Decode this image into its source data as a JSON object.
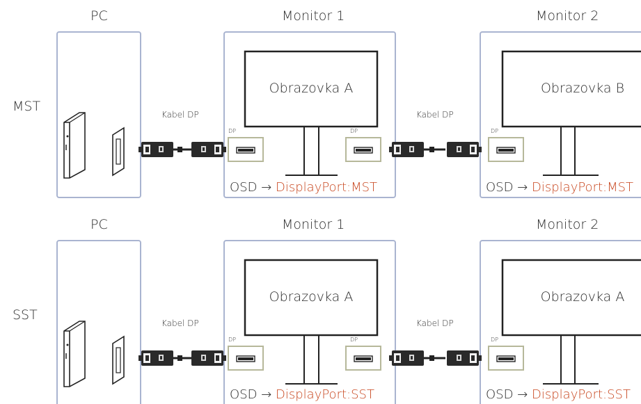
{
  "rows": [
    {
      "mode": "MST",
      "pc_label": "PC",
      "monitor1_label": "Monitor 1",
      "monitor2_label": "Monitor 2",
      "screen1": "Obrazovka A",
      "screen2": "Obrazovka B",
      "cable1": "Kabel DP",
      "cable2": "Kabel DP",
      "port_label": "DP",
      "osd1_prefix": "OSD →",
      "osd1_setting": "DisplayPort:MST",
      "osd2_prefix": "OSD →",
      "osd2_setting": "DisplayPort:MST"
    },
    {
      "mode": "SST",
      "pc_label": "PC",
      "monitor1_label": "Monitor 1",
      "monitor2_label": "Monitor 2",
      "screen1": "Obrazovka A",
      "screen2": "Obrazovka A",
      "cable1": "Kabel DP",
      "cable2": "Kabel DP",
      "port_label": "DP",
      "osd1_prefix": "OSD →",
      "osd1_setting": "DisplayPort:SST",
      "osd2_prefix": "OSD →",
      "osd2_setting": "DisplayPort:SST"
    }
  ],
  "colors": {
    "panel_border": "#a9b4d0",
    "accent": "#c8461e",
    "port_frame": "#b6b89a",
    "line": "#222222"
  }
}
